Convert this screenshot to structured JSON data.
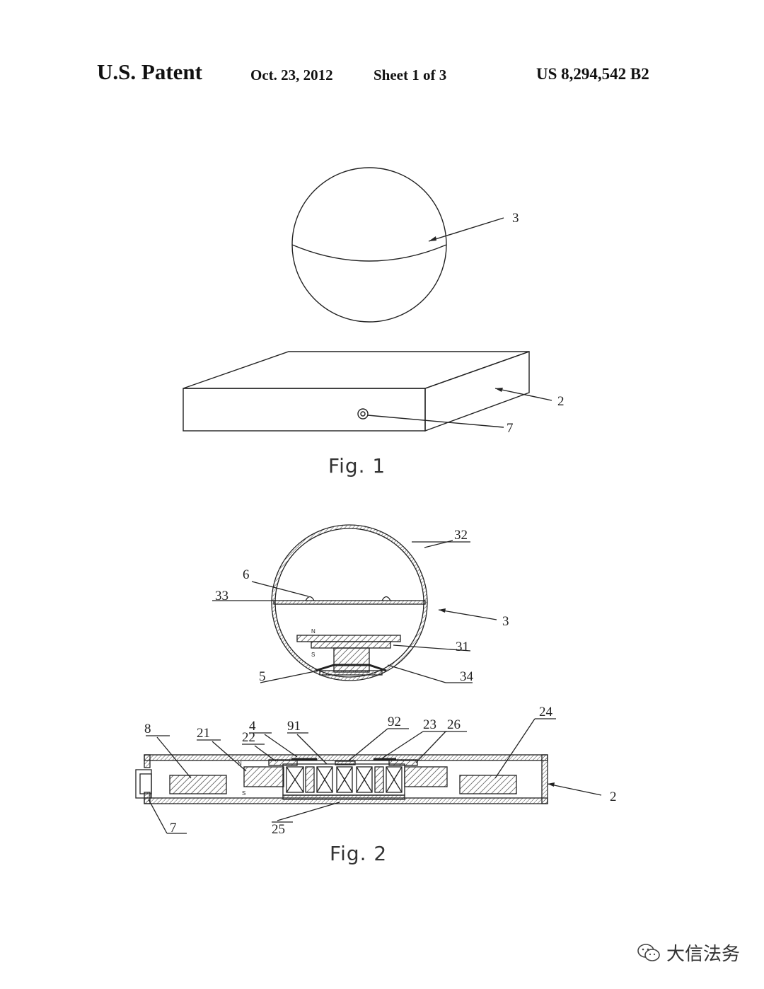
{
  "header": {
    "title": "U.S. Patent",
    "date": "Oct. 23, 2012",
    "sheet": "Sheet 1 of 3",
    "patent_number": "US 8,294,542 B2"
  },
  "figures": {
    "fig1": {
      "label": "Fig. 1",
      "refs": {
        "sphere": "3",
        "base": "2",
        "socket": "7"
      }
    },
    "fig2": {
      "label": "Fig. 2",
      "refs": {
        "r32": "32",
        "r6": "6",
        "r33": "33",
        "r3": "3",
        "r31": "31",
        "r5": "5",
        "r34": "34",
        "r8": "8",
        "r21": "21",
        "r4": "4",
        "r22": "22",
        "r91": "91",
        "r92": "92",
        "r23": "23",
        "r26": "26",
        "r24": "24",
        "r2": "2",
        "r7": "7",
        "r25": "25"
      },
      "pole_marks": {
        "n_top": "N",
        "s_top": "S",
        "n_base": "N",
        "s_base": "S"
      }
    }
  },
  "watermark": {
    "text": "大信法务",
    "icon": "wechat-icon"
  }
}
